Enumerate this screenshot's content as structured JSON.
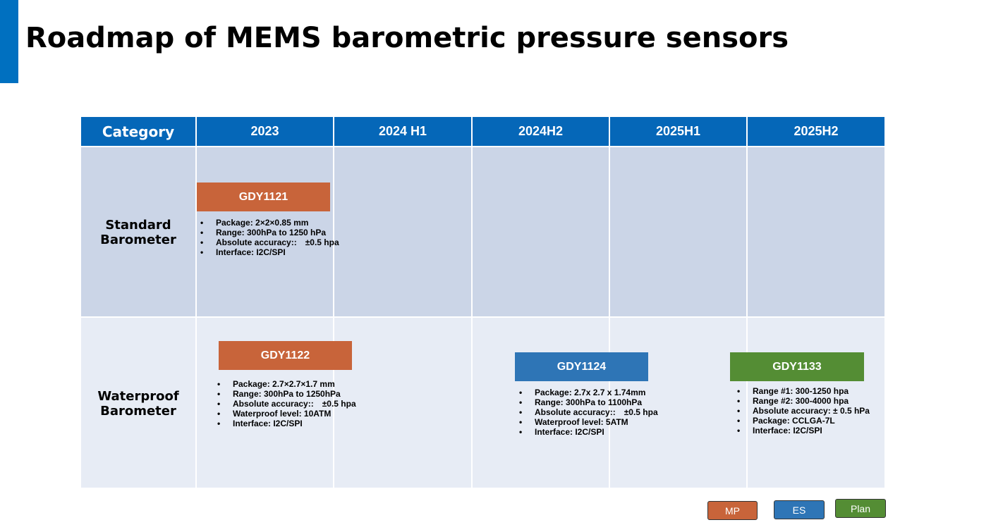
{
  "title": "Roadmap of MEMS barometric pressure sensors",
  "colors": {
    "header_bg": "#0567b8",
    "accent": "#0070c0",
    "mp": "#c8643a",
    "es": "#2e75b6",
    "plan": "#548d34",
    "row_standard_bg": "#cbd5e7",
    "row_waterproof_bg": "#e7ecf5"
  },
  "header": {
    "category": "Category",
    "periods": [
      "2023",
      "2024 H1",
      "2024H2",
      "2025H1",
      "2025H2"
    ]
  },
  "rows": [
    {
      "label": "Standard Barometer"
    },
    {
      "label": "Waterproof Barometer"
    }
  ],
  "products": [
    {
      "name": "GDY1121",
      "status": "MP",
      "specs": [
        "Package: 2×2×0.85 mm",
        "Range: 300hPa to 1250 hPa",
        "Absolute accuracy::　±0.5 hpa",
        "Interface: I2C/SPI"
      ]
    },
    {
      "name": "GDY1122",
      "status": "MP",
      "specs": [
        "Package: 2.7×2.7×1.7 mm",
        "Range: 300hPa to 1250hPa",
        "Absolute accuracy::　±0.5 hpa",
        "Waterproof level: 10ATM",
        "Interface: I2C/SPI"
      ]
    },
    {
      "name": "GDY1124",
      "status": "ES",
      "specs": [
        "Package: 2.7x 2.7 x 1.74mm",
        "Range: 300hPa to 1100hPa",
        "Absolute accuracy::　±0.5 hpa",
        "Waterproof level: 5ATM",
        "Interface: I2C/SPI"
      ]
    },
    {
      "name": "GDY1133",
      "status": "Plan",
      "specs": [
        "Range #1: 300-1250 hpa",
        "Range #2: 300-4000 hpa",
        "Absolute accuracy: ± 0.5 hPa",
        "Package: CCLGA-7L",
        "Interface: I2C/SPI"
      ]
    }
  ],
  "legend": {
    "mp": "MP",
    "es": "ES",
    "plan": "Plan"
  }
}
